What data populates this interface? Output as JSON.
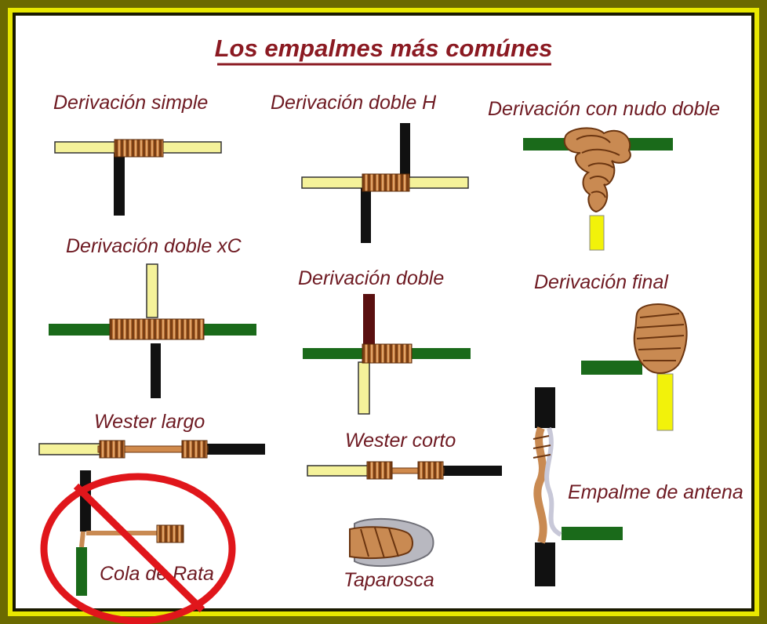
{
  "title": "Los empalmes más comúnes",
  "labels": {
    "derivacion_simple": "Derivación simple",
    "derivacion_doble_h": "Derivación doble H",
    "derivacion_nudo_doble": "Derivación con nudo doble",
    "derivacion_doble_xc": "Derivación doble xC",
    "derivacion_doble": "Derivación doble",
    "derivacion_final": "Derivación final",
    "wester_largo": "Wester largo",
    "wester_corto": "Wester corto",
    "empalme_antena": "Empalme de antena",
    "cola_de_rata": "Cola de Rata",
    "taparosca": "Taparosca"
  },
  "colors": {
    "title": "#8b1a22",
    "label": "#6e1a22",
    "wire_yellow": "#f5f29a",
    "wire_bright_yellow": "#f2f20a",
    "wire_black": "#111111",
    "wire_green": "#1a6a1a",
    "wire_darkred": "#5a1010",
    "copper": "#c27a3e",
    "prohibited": "#e0161b"
  }
}
